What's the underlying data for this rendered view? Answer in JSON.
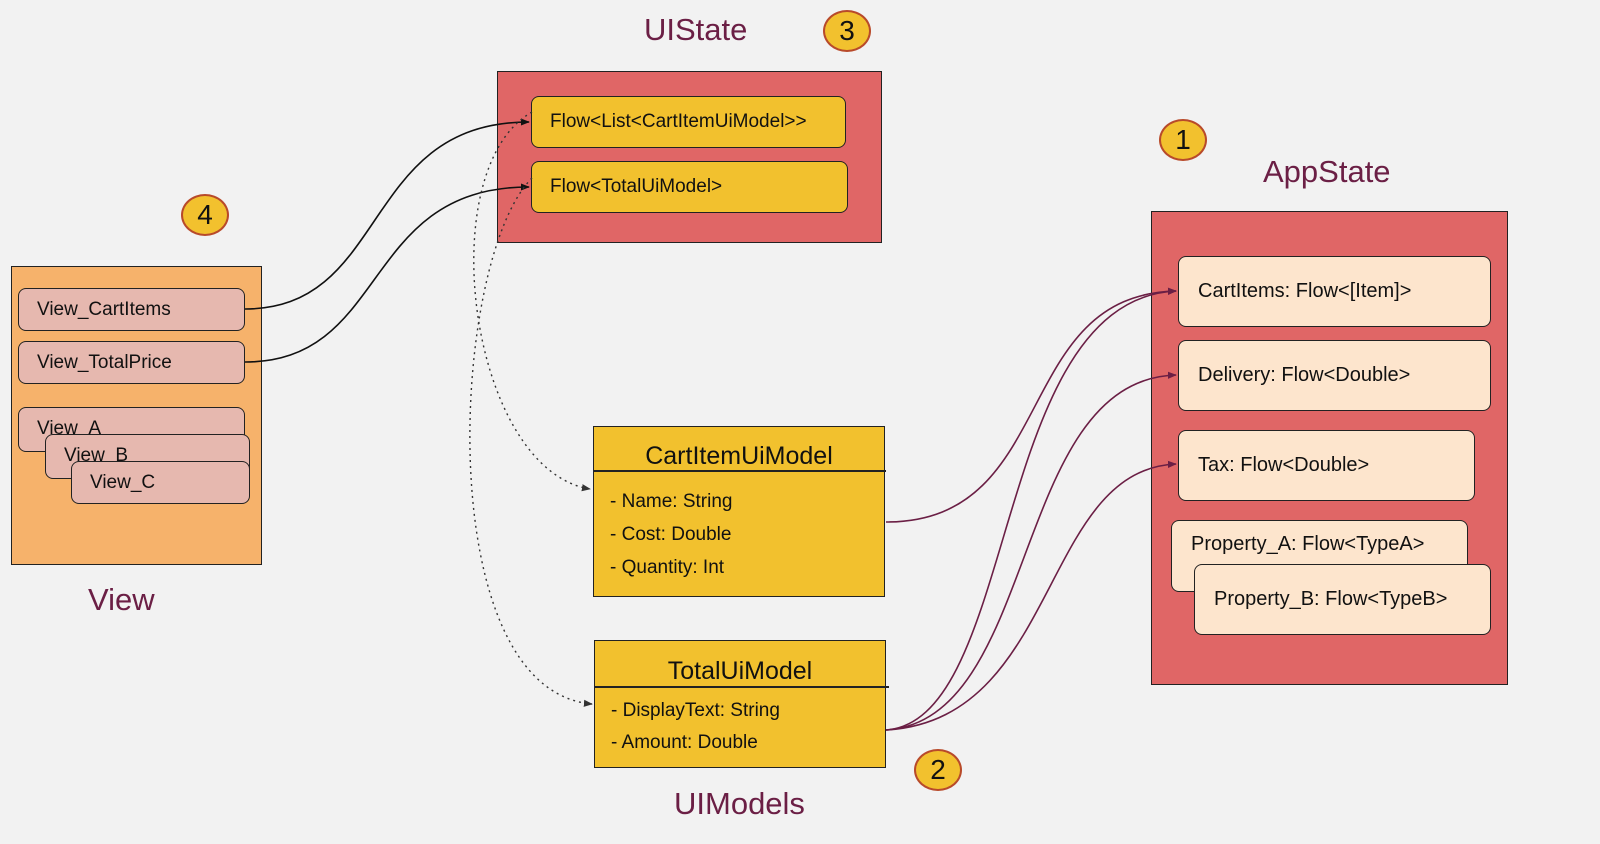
{
  "titles": {
    "uistate": "UIState",
    "appstate": "AppState",
    "view": "View",
    "uimodels": "UIModels"
  },
  "badges": [
    "1",
    "2",
    "3",
    "4"
  ],
  "uistate": {
    "flows": [
      "Flow<List<CartItemUiModel>>",
      "Flow<TotalUiModel>"
    ]
  },
  "appstate": {
    "properties": [
      "CartItems: Flow<[Item]>",
      "Delivery: Flow<Double>",
      "Tax:  Flow<Double>",
      "Property_A: Flow<TypeA>",
      "Property_B: Flow<TypeB>"
    ]
  },
  "view": {
    "items": [
      "View_CartItems",
      "View_TotalPrice",
      "View_A",
      "View_B",
      "View_C"
    ]
  },
  "uimodels": {
    "cart_item": {
      "name": "CartItemUiModel",
      "fields": [
        "- Name: String",
        "- Cost: Double",
        "- Quantity: Int"
      ]
    },
    "total": {
      "name": "TotalUiModel",
      "fields": [
        "- DisplayText:  String",
        "- Amount: Double"
      ]
    }
  },
  "colors": {
    "background": "#f2f2f2",
    "state_panel": "#e06666",
    "view_panel": "#f6b26b",
    "flow_box": "#f2c12e",
    "property_box": "#fde5cd",
    "view_item": "#e6b8af",
    "title_text": "#6b1f45",
    "app_arrow": "#6b1f45",
    "view_arrow": "#111111"
  }
}
